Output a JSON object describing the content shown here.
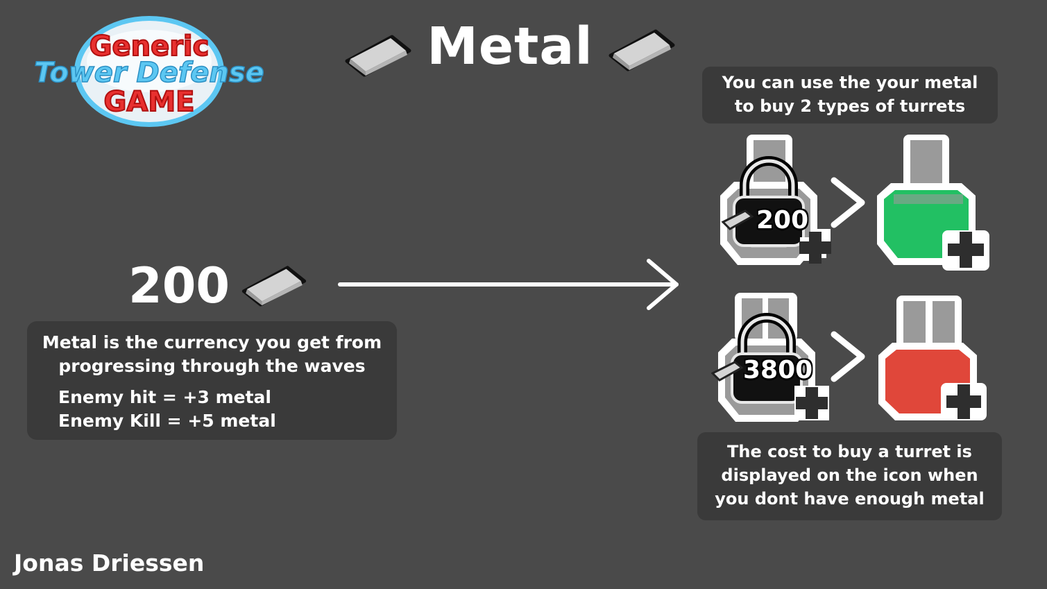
{
  "logo": {
    "line1": "Generic",
    "line2": "Tower Defense",
    "line3": "GAME"
  },
  "header": {
    "title": "Metal",
    "icon": "metal-ingot-icon"
  },
  "currency": {
    "amount": "200",
    "icon": "metal-ingot-icon"
  },
  "info": {
    "description_line1": "Metal is the currency you get from",
    "description_line2": "progressing through the waves",
    "enemy_hit": "Enemy hit = +3 metal",
    "enemy_kill": "Enemy Kill = +5 metal"
  },
  "turrets_intro": {
    "line1": "You can use the your metal",
    "line2": "to buy 2 types of turrets"
  },
  "turrets": [
    {
      "locked_price": "200",
      "unlocked_color": "#22c063",
      "locked_icon": "lock-icon",
      "add_icon": "plus-icon"
    },
    {
      "locked_price": "3800",
      "unlocked_color": "#e0473a",
      "locked_icon": "lock-icon",
      "add_icon": "plus-icon"
    }
  ],
  "cost_note": {
    "line1": "The cost to buy a turret is",
    "line2": "displayed on the icon when",
    "line3": "you dont have enough metal"
  },
  "author": "Jonas Driessen",
  "colors": {
    "background": "#4a4a4a",
    "panel": "#3a3a3a",
    "logo_red": "#e8302f",
    "logo_blue": "#5cc7f2",
    "text": "#ffffff"
  }
}
